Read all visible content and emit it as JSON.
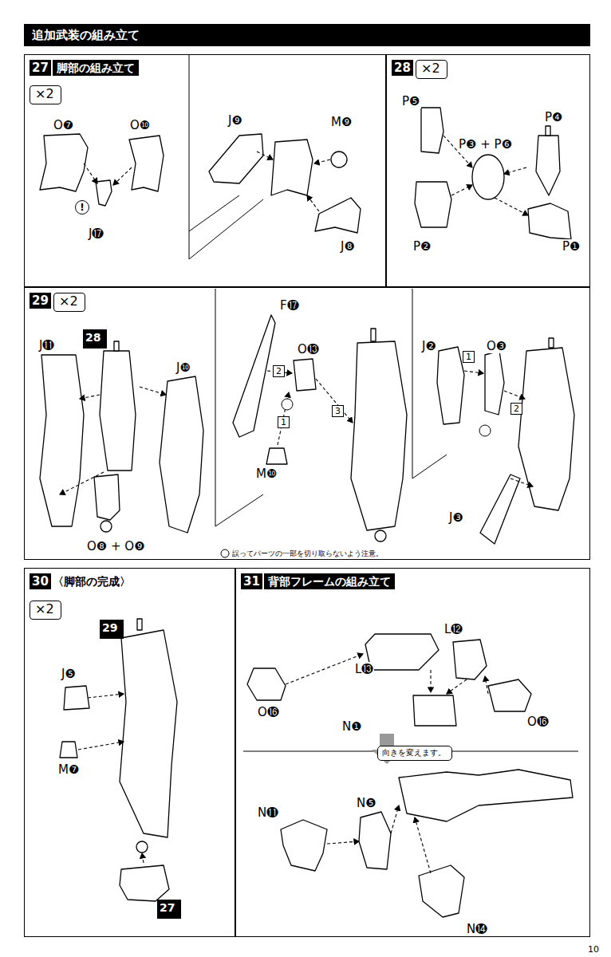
{
  "diagram": {
    "title": "追加武装の組み立て",
    "nodes": [
      {
        "text": [
          "27",
          "脚部の組み立て"
        ]
      },
      {
        "text": [
          "×2"
        ],
        "in": 0
      },
      {
        "text": [
          "28"
        ]
      },
      {
        "text": [
          "×2"
        ],
        "in": 2
      },
      {
        "text": [
          "29"
        ]
      },
      {
        "text": [
          "×2"
        ],
        "in": 4
      },
      {
        "text": [
          "28"
        ],
        "in": 4
      },
      {
        "text": [
          "30",
          "〈脚部の完成〉"
        ]
      },
      {
        "text": [
          "×2"
        ],
        "in": 7
      },
      {
        "text": [
          "29"
        ],
        "in": 7
      },
      {
        "text": [
          "27"
        ],
        "in": 7
      },
      {
        "text": [
          "31",
          "背部フレームの組み立て"
        ]
      },
      {
        "text": [
          "向きを変えます。"
        ],
        "in": 11
      }
    ],
    "labels": [
      "O❼",
      "O❿",
      "J⓱",
      "!",
      "J❾",
      "M❾",
      "J❽",
      "P❺",
      "P❹",
      "P❸ + P❻",
      "P❷",
      "P❶",
      "J⓫",
      "J❿",
      "O❽ + O❾",
      "F⓱",
      "O⓭",
      "2",
      "3",
      "1",
      "M❿",
      "J❷",
      "O❸",
      "1",
      "2",
      "J❸",
      "誤ってパーツの一部を切り取らないよう注意。",
      "J❺",
      "M❼",
      "O⓰",
      "L⓭",
      "L⓬",
      "N❶",
      "O⓰",
      "N❺",
      "N⓫",
      "N⓮",
      "10"
    ]
  }
}
